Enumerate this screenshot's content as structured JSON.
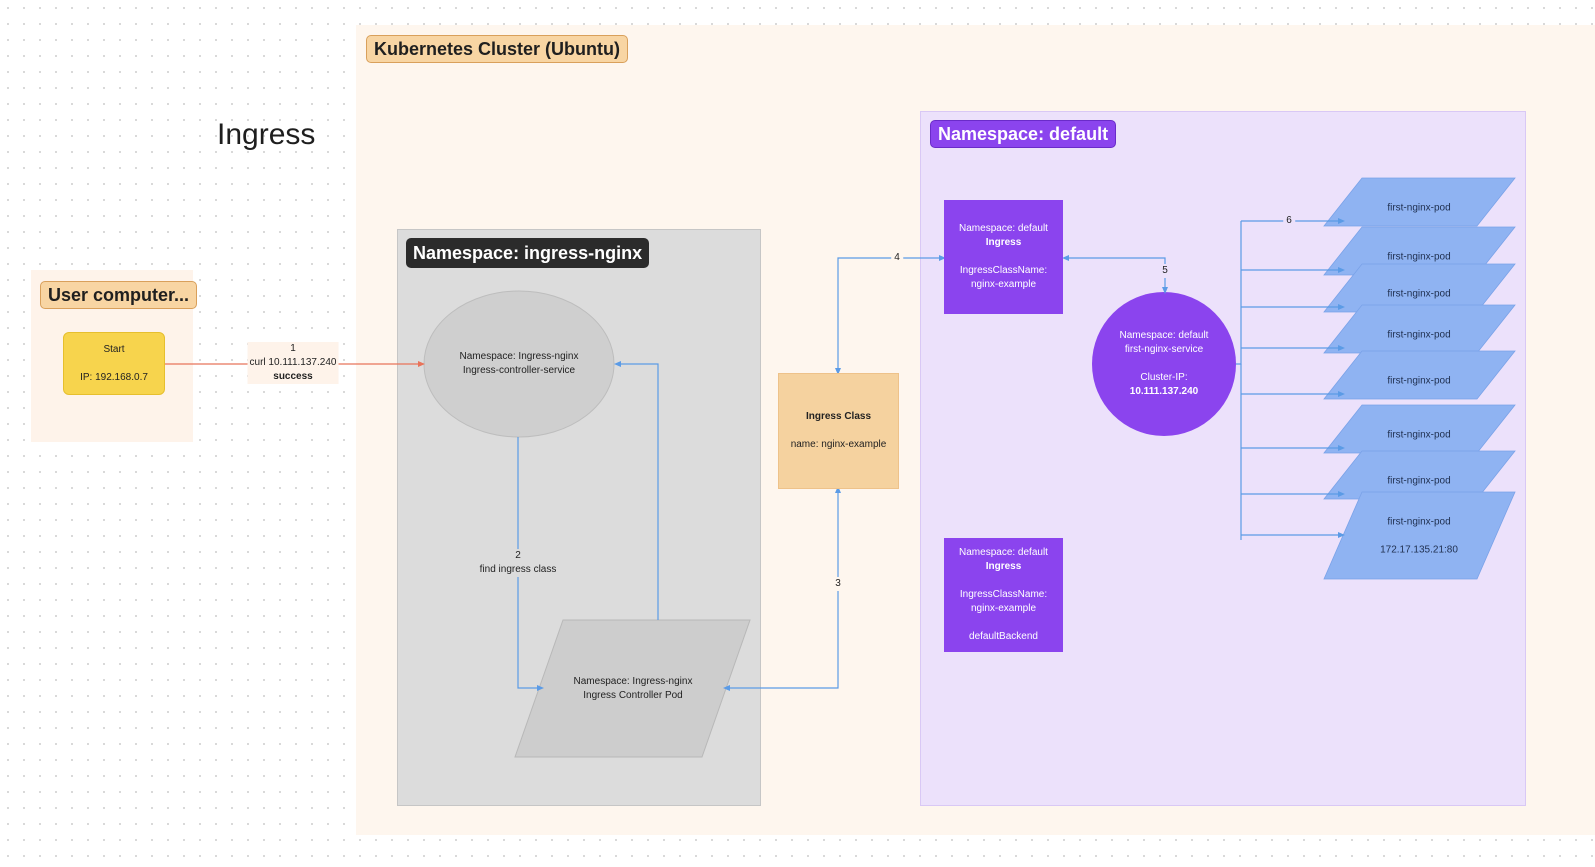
{
  "title": "Ingress",
  "cluster": {
    "label": "Kubernetes Cluster (Ubuntu)"
  },
  "user_computer": {
    "label": "User computer...",
    "start_node": {
      "title": "Start",
      "ip": "IP: 192.168.0.7"
    }
  },
  "ns_ingress_nginx": {
    "label": "Namespace: ingress-nginx",
    "service": {
      "line1": "Namespace: Ingress-nginx",
      "line2": "Ingress-controller-service"
    },
    "pod": {
      "line1": "Namespace: Ingress-nginx",
      "line2": "Ingress Controller Pod"
    }
  },
  "ingress_class": {
    "title": "Ingress Class",
    "name": "name: nginx-example"
  },
  "ns_default": {
    "label": "Namespace: default",
    "ingress1": {
      "ns": "Namespace: default",
      "kind": "Ingress",
      "class_label": "IngressClassName:",
      "class_value": "nginx-example"
    },
    "ingress2": {
      "ns": "Namespace: default",
      "kind": "Ingress",
      "class_label": "IngressClassName:",
      "class_value": "nginx-example",
      "backend": "defaultBackend"
    },
    "service": {
      "ns": "Namespace: default",
      "name": "first-nginx-service",
      "ip_label": "Cluster-IP:",
      "ip_value": "10.111.137.240"
    },
    "pods": [
      {
        "label": "first-nginx-pod"
      },
      {
        "label": "first-nginx-pod"
      },
      {
        "label": "first-nginx-pod"
      },
      {
        "label": "first-nginx-pod"
      },
      {
        "label": "first-nginx-pod"
      },
      {
        "label": "first-nginx-pod"
      },
      {
        "label": "first-nginx-pod"
      },
      {
        "label": "first-nginx-pod",
        "ip": "172.17.135.21:80"
      }
    ]
  },
  "edges": {
    "e1": {
      "step": "1",
      "text": "curl 10.111.137.240",
      "result": "success"
    },
    "e2": {
      "step": "2",
      "text": "find ingress class"
    },
    "e3": {
      "step": "3"
    },
    "e4": {
      "step": "4"
    },
    "e5": {
      "step": "5"
    },
    "e6": {
      "step": "6"
    }
  },
  "colors": {
    "edge_blue": "#5b9be6",
    "edge_red": "#e8735a",
    "pod_blue": "#8fb3f2",
    "purple": "#8b44ee",
    "start_yellow": "#f7d44d"
  }
}
